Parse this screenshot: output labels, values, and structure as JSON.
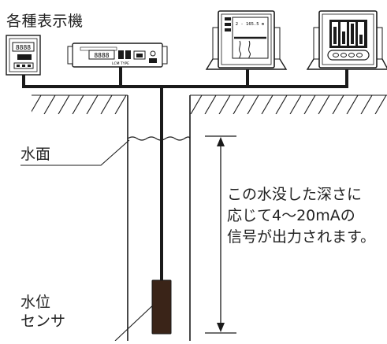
{
  "title": "各種表示機",
  "water_surface_label": "水面",
  "description_lines": [
    "この水没した深さに",
    "応じて4～20mAの",
    "信号が出力されます。"
  ],
  "sensor_label_lines": [
    "水位",
    "センサ"
  ],
  "devices": [
    {
      "name": "small-panel-meter",
      "screen_text": "8888"
    },
    {
      "name": "digital-indicator",
      "screen_text": "8888",
      "caption": "LCM TYPE"
    },
    {
      "name": "trend-recorder",
      "screen_text": "2 - 165.5 m"
    },
    {
      "name": "multi-channel-indicator",
      "screen_text": ""
    }
  ],
  "colors": {
    "line": "#1a1a1a",
    "cable": "#1f1410",
    "sensor": "#3a2418",
    "background": "#ffffff"
  },
  "icons": [
    "water-surface-icon",
    "depth-arrow-icon",
    "hatch-ground-icon"
  ]
}
